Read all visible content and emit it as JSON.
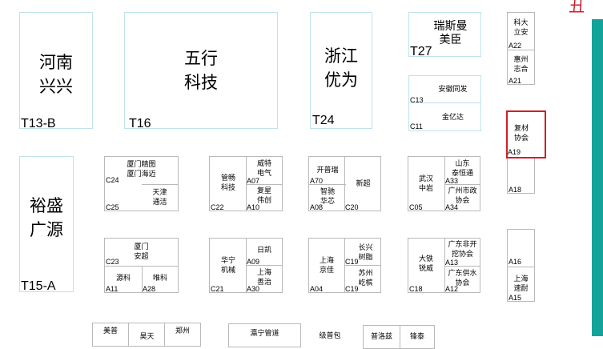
{
  "large_booths": {
    "t13b": {
      "name_line1": "河南",
      "name_line2": "兴兴",
      "code": "T13-B"
    },
    "t16": {
      "name_line1": "五行",
      "name_line2": "科技",
      "code": "T16"
    },
    "t24": {
      "name_line1": "浙江",
      "name_line2": "优为",
      "code": "T24"
    },
    "t27": {
      "name_line1": "瑞斯曼",
      "name_line2": "美臣",
      "code": "T27"
    },
    "t15a": {
      "name_line1": "裕盛",
      "name_line2": "广源",
      "code": "T15-A"
    }
  },
  "c13_block": {
    "c13_name": "安徽同发",
    "c13_code": "C13",
    "c11_name": "金亿达",
    "c11_code": "C11"
  },
  "right_column": {
    "a22_name": "科大\n立安",
    "a22_code": "A22",
    "a21_name": "惠州\n志合",
    "a21_code": "A21",
    "a19_name": "复材\n协会",
    "a19_code": "A19",
    "a18_code": "A18",
    "a16_code": "A16",
    "a15_name": "上海\n速耐",
    "a15_code": "A15"
  },
  "block_c24": {
    "c24_name": "厦门精图\n厦门海迈",
    "c24_code": "C24",
    "c25_name": "天津\n通洁",
    "c25_code": "C25"
  },
  "block_c22": {
    "c22_name": "管畅\n科技",
    "c22_code": "C22",
    "a07_name": "威特\n电气",
    "a07_code": "A07",
    "a10_name": "复星\n伟创",
    "a10_code": "A10"
  },
  "block_a70": {
    "a70_name": "开普瑞",
    "a70_code": "A70",
    "a08_name": "智驰\n华芯",
    "a08_code": "A08",
    "c20_name": "新超",
    "c20_code": "C20"
  },
  "block_c05": {
    "c05_name": "武汉\n中岩",
    "c05_code": "C05",
    "a33_name": "山东\n泰恒通",
    "a33_code": "A33",
    "a34_name": "广州市政\n协会",
    "a34_code": "A34"
  },
  "block_c23": {
    "c23_name": "厦门\n安超",
    "c23_code": "C23",
    "a11_name": "源科",
    "a11_code": "A11",
    "a28_name": "唯科",
    "a28_code": "A28"
  },
  "block_c21": {
    "c21_name": "华宁\n机械",
    "c21_code": "C21",
    "a09_name": "日凯",
    "a09_code": "A09",
    "a30_name": "上海\n善治",
    "a30_code": "A30"
  },
  "block_a04": {
    "a04_name": "上海\n京佳",
    "a04_code": "A04",
    "c19a_name": "长兴\n树脂",
    "c19a_code": "C19",
    "c19b_name": "苏州\n屹槟",
    "c19b_code": "C19"
  },
  "block_c18": {
    "c18_name": "大铁\n锐威",
    "c18_code": "C18",
    "a13_name": "广东非开\n挖协会",
    "a13_code": "A13",
    "a12_name": "广东供水\n协会",
    "a12_code": "A12"
  },
  "bottom_row": {
    "b1": "美普",
    "b2": "昊天",
    "b3": "郑州",
    "b4": "瀛宁管道",
    "b5": "级普包",
    "b6": "普洛兹",
    "b7": "锋泰"
  },
  "edge_glyph": "丑",
  "colors": {
    "booth_border": "#bfe3ea",
    "grey_border": "#b9b9b9",
    "highlight": "#d01f2a",
    "right_bar": "#12a39a"
  }
}
